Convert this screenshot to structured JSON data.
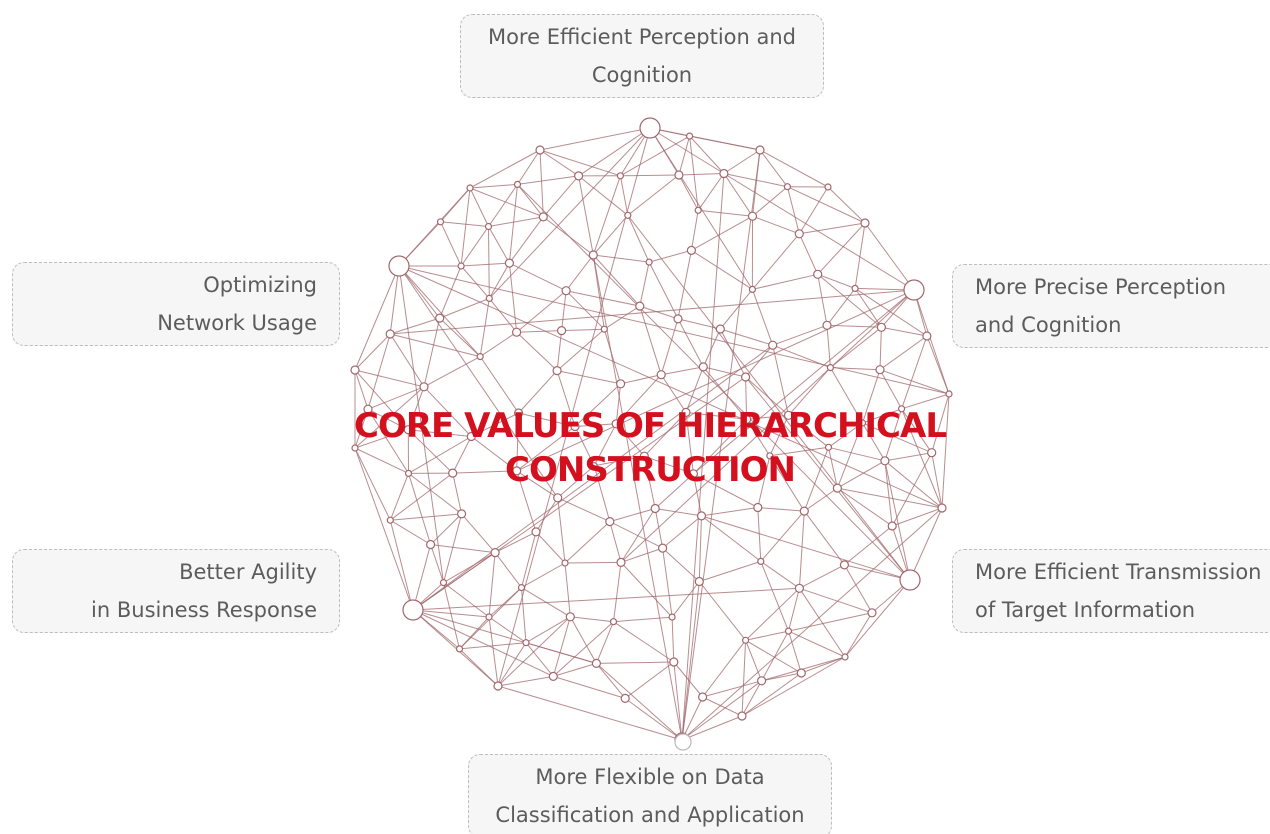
{
  "colors": {
    "accent": "#d40f1e",
    "network_stroke": "#a0676b",
    "callout_text": "#5c5c5c",
    "callout_border": "#bdbdbd",
    "callout_bg": "#f4f5f4"
  },
  "center_title": {
    "line1": "CORE VALUES OF HIERARCHICAL",
    "line2": "CONSTRUCTION"
  },
  "values": {
    "top": {
      "line1": "More Efficient Perception and",
      "line2": "Cognition"
    },
    "left_upper": {
      "line1": "Optimizing",
      "line2": "Network Usage"
    },
    "left_lower": {
      "line1": "Better Agility",
      "line2": "in Business Response"
    },
    "right_upper": {
      "line1": "More Precise Perception",
      "line2": "and Cognition"
    },
    "right_lower": {
      "line1": "More Efficient Transmission",
      "line2": "of Target Information"
    },
    "bottom": {
      "line1": "More Flexible on Data",
      "line2": "Classification and Application"
    }
  }
}
